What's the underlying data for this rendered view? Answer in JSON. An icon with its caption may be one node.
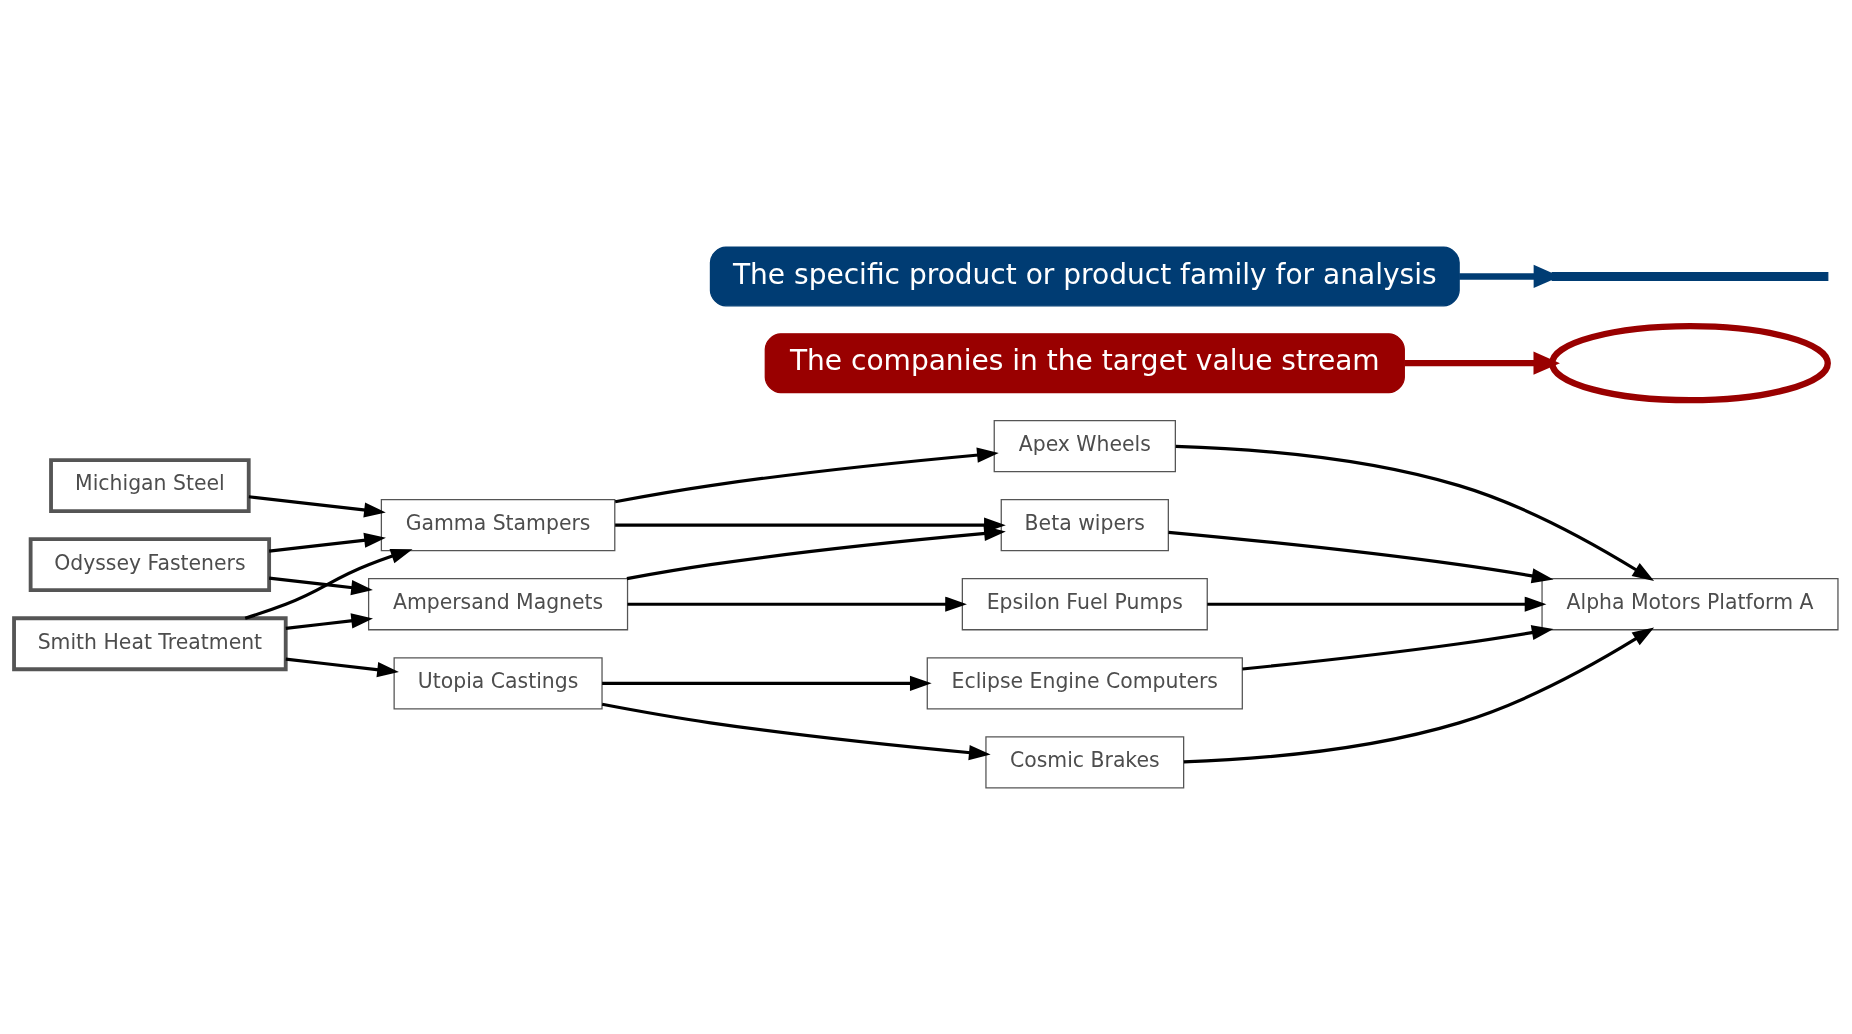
{
  "diagram": {
    "nodes": [
      {
        "text": [
          "Michigan Steel"
        ]
      },
      {
        "text": [
          "Odyssey Fasteners"
        ]
      },
      {
        "text": [
          "Smith Heat Treatment"
        ]
      },
      {
        "text": [
          "Gamma Stampers"
        ]
      },
      {
        "text": [
          "Ampersand Magnets"
        ]
      },
      {
        "text": [
          "Utopia Castings"
        ]
      },
      {
        "text": [
          "Apex Wheels"
        ]
      },
      {
        "text": [
          "Beta wipers"
        ]
      },
      {
        "text": [
          "Epsilon Fuel Pumps"
        ]
      },
      {
        "text": [
          "Cosmic Brakes"
        ]
      },
      {
        "text": [
          "Eclipse Engine Computers"
        ]
      },
      {
        "text": [
          "Alpha Motors Platform A"
        ]
      },
      {
        "text": [
          "The companies in the target value stream"
        ]
      },
      {
        "text": [
          "The specific product or product family for analysis"
        ]
      },
      {
        "text": [],
        "shape": "ellipse"
      },
      {
        "text": [],
        "shape": "bar"
      }
    ],
    "edges": [
      {
        "from": 0,
        "to": 3,
        "arrow": "to"
      },
      {
        "from": 1,
        "to": 3,
        "arrow": "to"
      },
      {
        "from": 1,
        "to": 4,
        "arrow": "to"
      },
      {
        "from": 2,
        "to": 3,
        "arrow": "to"
      },
      {
        "from": 2,
        "to": 4,
        "arrow": "to"
      },
      {
        "from": 2,
        "to": 5,
        "arrow": "to"
      },
      {
        "from": 3,
        "to": 6,
        "arrow": "to"
      },
      {
        "from": 3,
        "to": 7,
        "arrow": "to"
      },
      {
        "from": 4,
        "to": 7,
        "arrow": "to"
      },
      {
        "from": 4,
        "to": 8,
        "arrow": "to"
      },
      {
        "from": 5,
        "to": 9,
        "arrow": "to"
      },
      {
        "from": 5,
        "to": 10,
        "arrow": "to"
      },
      {
        "from": 6,
        "to": 11,
        "arrow": "to"
      },
      {
        "from": 7,
        "to": 11,
        "arrow": "to"
      },
      {
        "from": 8,
        "to": 11,
        "arrow": "to"
      },
      {
        "from": 9,
        "to": 11,
        "arrow": "to"
      },
      {
        "from": 10,
        "to": 11,
        "arrow": "to"
      },
      {
        "from": 12,
        "to": 14,
        "arrow": "to",
        "style": "thick",
        "color": "#990000"
      },
      {
        "from": 13,
        "to": 15,
        "arrow": "to",
        "style": "thick",
        "color": "#003c73"
      }
    ]
  }
}
